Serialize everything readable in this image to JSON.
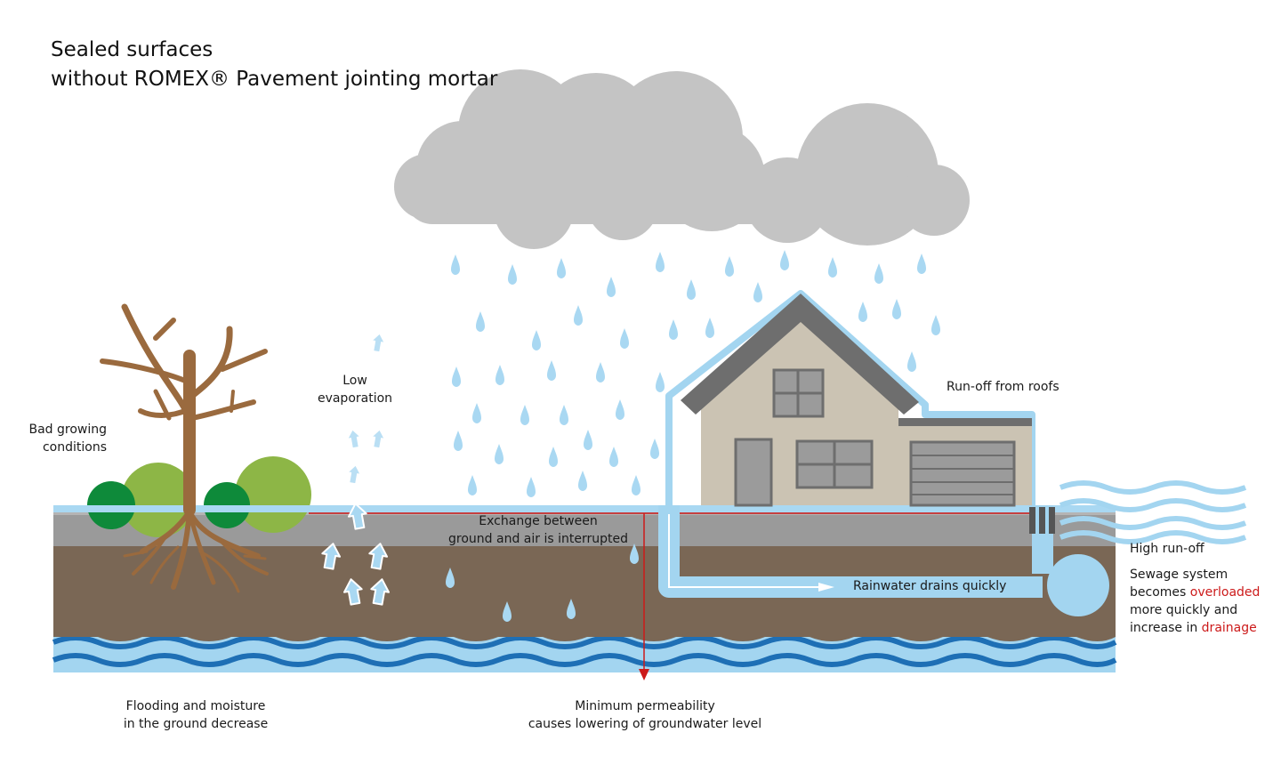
{
  "title": {
    "line1": "Sealed surfaces",
    "line2": "without ROMEX® Pavement jointing mortar"
  },
  "labels": {
    "bad_growing_1": "Bad growing",
    "bad_growing_2": "conditions",
    "low_evap_1": "Low",
    "low_evap_2": "evaporation",
    "runoff_roofs": "Run-off from roofs",
    "exchange_1": "Exchange between",
    "exchange_2": "ground and air is interrupted",
    "rainwater": "Rainwater drains quickly",
    "high_runoff": "High run-off",
    "sewage_1": "Sewage system",
    "sewage_2a": "becomes ",
    "sewage_2b": "overloaded",
    "sewage_3": "more quickly and",
    "sewage_4a": "increase in ",
    "sewage_4b": "drainage",
    "flooding_1": "Flooding and moisture",
    "flooding_2": "in the ground decrease",
    "permeability_1": "Minimum permeability",
    "permeability_2": "causes lowering of groundwater level"
  },
  "colors": {
    "cloud": "#c4c4c4",
    "rain": "#a9d8f2",
    "soil": "#7a6755",
    "pavement": "#9a9a9a",
    "water_light": "#a3d5f0",
    "water_dark": "#1e6fb5",
    "house_wall": "#cbc3b3",
    "roof": "#6e6e6e",
    "tree": "#9a6a3e",
    "bush_dark": "#0e8a3a",
    "bush_light": "#8db646",
    "accent_red": "#cc1a1a"
  },
  "icons": {
    "cloud": "rain-cloud-icon",
    "tree": "bare-tree-icon",
    "house": "house-icon",
    "arrows": "evaporation-arrow-icon"
  }
}
